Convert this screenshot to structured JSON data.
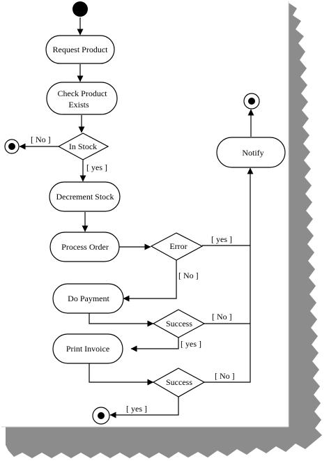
{
  "diagram": {
    "nodes": {
      "request_product": "Request Product",
      "check_product_line1": "Check Product",
      "check_product_line2": "Exists",
      "in_stock": "In Stock",
      "decrement_stock": "Decrement Stock",
      "process_order": "Process Order",
      "error": "Error",
      "do_payment": "Do Payment",
      "success_1": "Success",
      "print_invoice": "Print Invoice",
      "success_2": "Success",
      "notify": "Notify"
    },
    "edge_labels": {
      "in_stock_no": "[ No ]",
      "in_stock_yes": "[ yes ]",
      "error_yes": "[ yes ]",
      "error_no": "[ No ]",
      "success_1_no": "[ No ]",
      "success_1_yes": "[ yes ]",
      "success_2_no": "[ No ]",
      "success_2_yes": "[ yes ]"
    },
    "colors": {
      "line": "#000000",
      "node_fill": "#ffffff",
      "page_background": "#ffffff",
      "shadow": "#8c8c8c"
    }
  }
}
